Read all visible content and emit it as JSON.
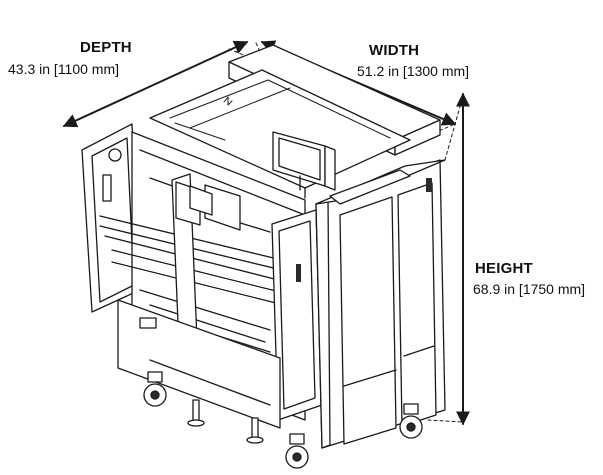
{
  "dimensions": {
    "depth": {
      "title": "DEPTH",
      "value": "43.3 in [1100 mm]"
    },
    "width": {
      "title": "WIDTH",
      "value": "51.2 in [1300 mm]"
    },
    "height": {
      "title": "HEIGHT",
      "value": "68.9 in [1750 mm]"
    }
  },
  "colors": {
    "line": "#1a1a1a",
    "panel": "#ffffff",
    "dark": "#2a2a2a"
  }
}
